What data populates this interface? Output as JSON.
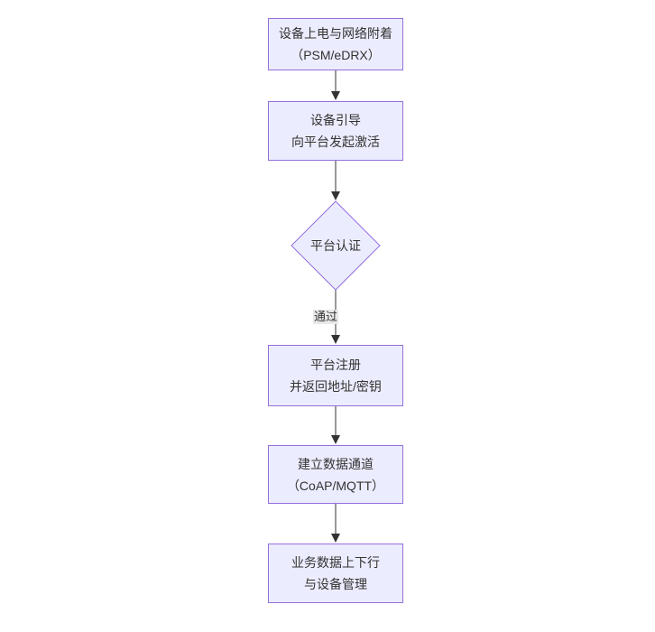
{
  "diagram": {
    "type": "flowchart-top-down",
    "colors": {
      "background": "#ffffff",
      "node_fill": "#ececff",
      "node_border": "#9370db",
      "text_color": "#333333",
      "arrow_color": "#333333",
      "label_bg": "#e8e8e8"
    },
    "nodes": [
      {
        "id": "A",
        "shape": "rectangle",
        "lines": [
          "设备上电与网络附着",
          "（PSM/eDRX）"
        ]
      },
      {
        "id": "B",
        "shape": "rectangle",
        "lines": [
          "设备引导",
          "向平台发起激活"
        ]
      },
      {
        "id": "C",
        "shape": "diamond",
        "lines": [
          "平台认证"
        ]
      },
      {
        "id": "D",
        "shape": "rectangle",
        "lines": [
          "平台注册",
          "并返回地址/密钥"
        ]
      },
      {
        "id": "E",
        "shape": "rectangle",
        "lines": [
          "建立数据通道",
          "（CoAP/MQTT）"
        ]
      },
      {
        "id": "F",
        "shape": "rectangle",
        "lines": [
          "业务数据上下行",
          "与设备管理"
        ]
      }
    ],
    "edges": [
      {
        "from": "A",
        "to": "B",
        "label": ""
      },
      {
        "from": "B",
        "to": "C",
        "label": ""
      },
      {
        "from": "C",
        "to": "D",
        "label": "通过"
      },
      {
        "from": "D",
        "to": "E",
        "label": ""
      },
      {
        "from": "E",
        "to": "F",
        "label": ""
      }
    ]
  }
}
